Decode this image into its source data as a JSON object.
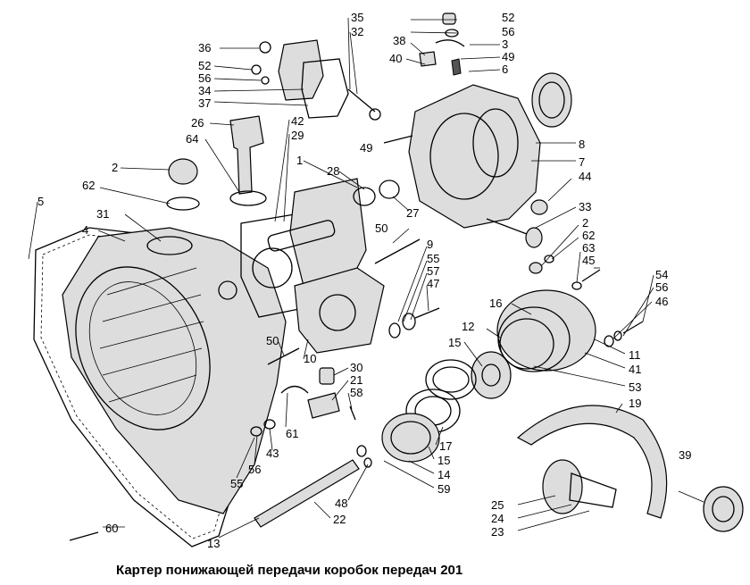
{
  "caption": "Картер понижающей передачи коробок передач 201",
  "labels": {
    "l1": "1",
    "l2a": "2",
    "l2b": "2",
    "l3": "3",
    "l4": "4",
    "l5": "5",
    "l6": "6",
    "l7": "7",
    "l8": "8",
    "l9": "9",
    "l10": "10",
    "l11": "11",
    "l12": "12",
    "l13": "13",
    "l14": "14",
    "l15a": "15",
    "l15b": "15",
    "l16": "16",
    "l17": "17",
    "l19": "19",
    "l21": "21",
    "l22": "22",
    "l23": "23",
    "l24": "24",
    "l25": "25",
    "l26": "26",
    "l27": "27",
    "l28": "28",
    "l29": "29",
    "l30": "30",
    "l31": "31",
    "l32": "32",
    "l33": "33",
    "l34": "34",
    "l35": "35",
    "l36": "36",
    "l37": "37",
    "l38": "38",
    "l39": "39",
    "l40": "40",
    "l41": "41",
    "l42": "42",
    "l43": "43",
    "l44": "44",
    "l45": "45",
    "l46": "46",
    "l47": "47",
    "l48": "48",
    "l49a": "49",
    "l49b": "49",
    "l50a": "50",
    "l50b": "50",
    "l52a": "52",
    "l52b": "52",
    "l53": "53",
    "l54": "54",
    "l55a": "55",
    "l55b": "55",
    "l56a": "56",
    "l56b": "56",
    "l56c": "56",
    "l56d": "56",
    "l57": "57",
    "l58": "58",
    "l59": "59",
    "l60": "60",
    "l61": "61",
    "l62a": "62",
    "l62b": "62",
    "l63": "63",
    "l64": "64"
  }
}
